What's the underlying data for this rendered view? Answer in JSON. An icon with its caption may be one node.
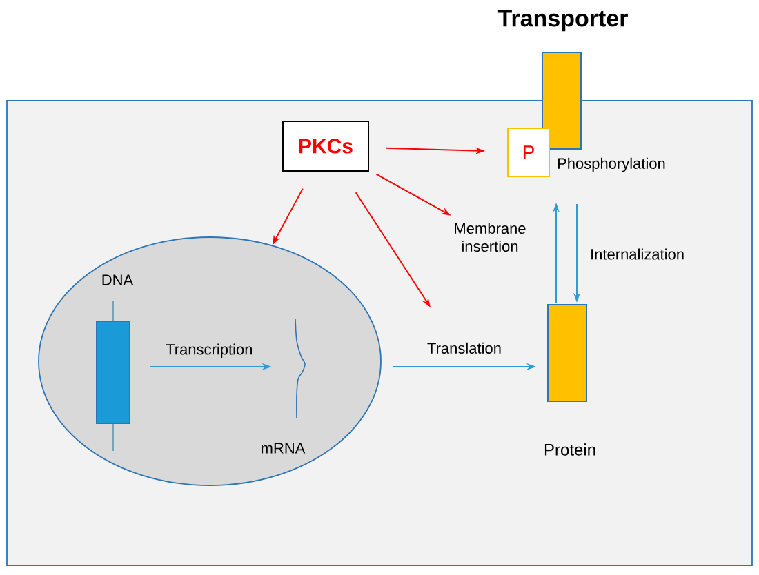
{
  "diagram": {
    "nodes": [
      {
        "text": [],
        "shape": "box"
      },
      {
        "text": [],
        "shape": "ellipse",
        "in": 0
      },
      {
        "text": [
          "PKCs"
        ],
        "in": 0
      },
      {
        "text": [
          "Transporter"
        ]
      },
      {
        "text": [
          "P"
        ],
        "beside": [
          "Phosphorylation"
        ],
        "in": 0
      },
      {
        "text": [
          "DNA"
        ],
        "in": 1
      },
      {
        "text": [
          "mRNA"
        ],
        "in": 1
      },
      {
        "text": [
          "Protein"
        ],
        "in": 0
      },
      {
        "text": [
          "Membrane insertion"
        ],
        "in": 0
      }
    ],
    "edges": [
      {
        "from": 2,
        "to": 4,
        "arrow": "to",
        "color": "#ff0000"
      },
      {
        "from": 2,
        "to": 8,
        "arrow": "to",
        "color": "#ff0000"
      },
      {
        "from": 2,
        "to": 1,
        "arrow": "to",
        "color": "#ff0000"
      },
      {
        "from": 2,
        "to": null,
        "arrow": "to",
        "color": "#ff0000"
      },
      {
        "from": 5,
        "to": 6,
        "arrow": "to",
        "label": "Transcription",
        "color": "#2e9bd6"
      },
      {
        "from": 1,
        "to": 7,
        "arrow": "to",
        "label": "Translation",
        "color": "#2e9bd6"
      },
      {
        "from": 7,
        "to": null,
        "arrow": "to",
        "color": "#2e9bd6"
      },
      {
        "from": null,
        "to": 7,
        "arrow": "to",
        "label": "Internalization",
        "color": "#2e9bd6"
      }
    ]
  }
}
